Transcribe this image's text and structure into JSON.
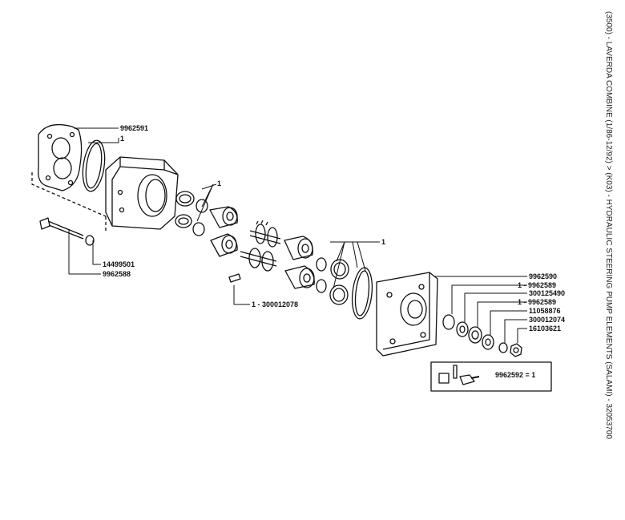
{
  "title": "(3500) - LAVERDA COMBINE (1/86-12/92) > (K03) - HYDRAULIC STEERING PUMP ELEMENTS (SALAMI) - 32053700",
  "labels": {
    "l_9962591": "9962591",
    "l_1_top": "1",
    "l_1_seals_a": "1",
    "l_1_seals_b": "1",
    "l_14499501": "14499501",
    "l_9962588": "9962588",
    "l_300012078": "1 - 300012078",
    "l_9962590": "9962590",
    "l_9962589a": "1 - 9962589",
    "l_300125490": "300125490",
    "l_9962589b": "1 - 9962589",
    "l_11058876": "11058876",
    "l_300012074": "300012074",
    "l_16103621": "16103621",
    "kit": "9962592 = 1"
  }
}
